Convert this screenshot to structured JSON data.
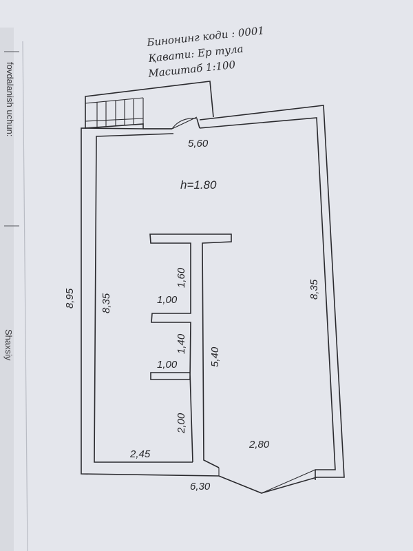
{
  "header": {
    "building_code": "Бинонинг коди : 0001",
    "floor": "Қавати: Ер тула",
    "scale": "Масштаб 1:100"
  },
  "plan": {
    "height_label": "h=1.80",
    "dimensions": {
      "top": "5,60",
      "left_outer": "8,95",
      "left_inner": "8,35",
      "right": "8,35",
      "bottom": "6,30",
      "bottom_left": "2,45",
      "bottom_right": "2,80",
      "partition": "5,40",
      "upper_segment": "1,60",
      "middle_segment": "1,40",
      "lower_segment": "2,00",
      "stub_upper": "1,00",
      "stub_lower": "1,00"
    }
  },
  "margin": {
    "text_1": "fovdalanish uchun:",
    "text_2": "Shaxsiy"
  }
}
